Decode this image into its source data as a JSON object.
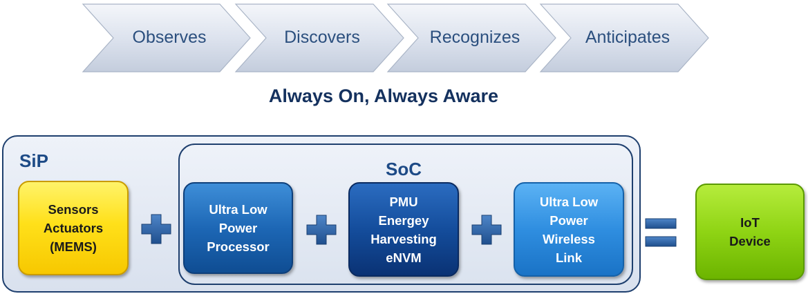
{
  "flow": {
    "steps": [
      {
        "label": "Observes"
      },
      {
        "label": "Discovers"
      },
      {
        "label": "Recognizes"
      },
      {
        "label": "Anticipates"
      }
    ],
    "tagline": "Always On, Always Aware"
  },
  "sip": {
    "label": "SiP",
    "sensors": {
      "line1": "Sensors",
      "line2": "Actuators",
      "line3": "(MEMS)"
    }
  },
  "soc": {
    "label": "SoC",
    "processor": {
      "line1": "Ultra Low",
      "line2": "Power",
      "line3": "Processor"
    },
    "pmu": {
      "line1": "PMU",
      "line2": "Energey",
      "line3": "Harvesting",
      "line4": "eNVM"
    },
    "wireless": {
      "line1": "Ultra Low",
      "line2": "Power",
      "line3": "Wireless",
      "line4": "Link"
    }
  },
  "result": {
    "line1": "IoT",
    "line2": "Device"
  },
  "operators": {
    "plus": "plus-icon",
    "equals": "equals-icon"
  },
  "colors": {
    "chevron_text": "#2b4f7e",
    "tagline": "#14315e",
    "sensors": "#ffe01a",
    "processor": "#1d67b5",
    "pmu": "#144d9c",
    "wireless": "#2f8ee0",
    "iot": "#8fd414",
    "operator": "#2a5d9e"
  }
}
